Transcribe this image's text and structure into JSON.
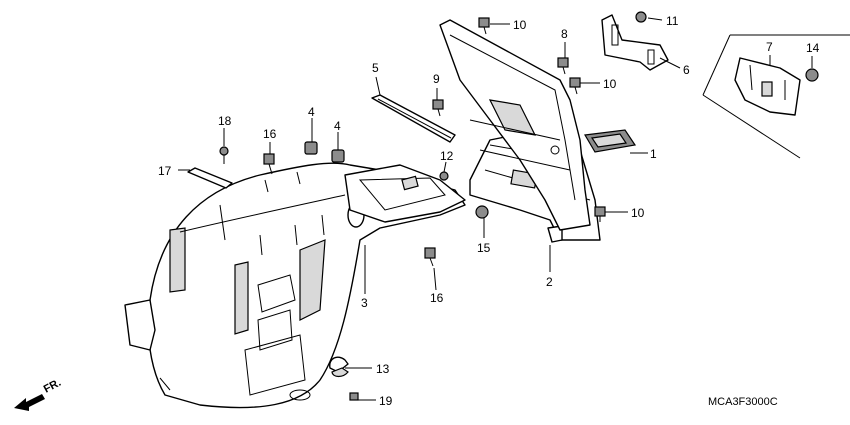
{
  "diagram": {
    "callouts": [
      {
        "id": "c1",
        "text": "1"
      },
      {
        "id": "c2",
        "text": "2"
      },
      {
        "id": "c3",
        "text": "3"
      },
      {
        "id": "c4a",
        "text": "4"
      },
      {
        "id": "c4b",
        "text": "4"
      },
      {
        "id": "c5",
        "text": "5"
      },
      {
        "id": "c6",
        "text": "6"
      },
      {
        "id": "c7",
        "text": "7"
      },
      {
        "id": "c8",
        "text": "8"
      },
      {
        "id": "c9",
        "text": "9"
      },
      {
        "id": "c10a",
        "text": "10"
      },
      {
        "id": "c10b",
        "text": "10"
      },
      {
        "id": "c10c",
        "text": "10"
      },
      {
        "id": "c11",
        "text": "11"
      },
      {
        "id": "c12",
        "text": "12"
      },
      {
        "id": "c13",
        "text": "13"
      },
      {
        "id": "c14",
        "text": "14"
      },
      {
        "id": "c15",
        "text": "15"
      },
      {
        "id": "c16a",
        "text": "16"
      },
      {
        "id": "c16b",
        "text": "16"
      },
      {
        "id": "c17",
        "text": "17"
      },
      {
        "id": "c18",
        "text": "18"
      },
      {
        "id": "c19",
        "text": "19"
      }
    ],
    "front_arrow_label": "FR.",
    "diagram_code": "MCA3F3000C"
  }
}
